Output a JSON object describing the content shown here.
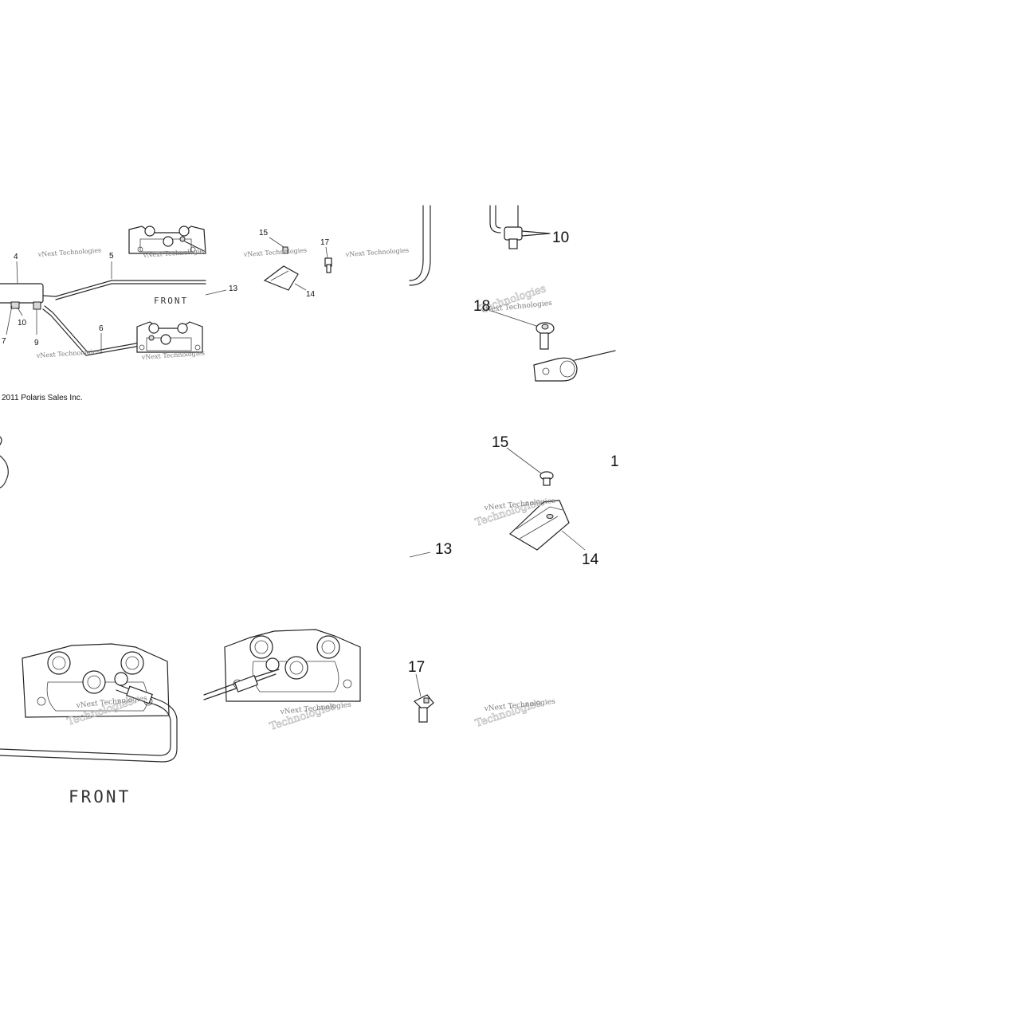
{
  "diagram": {
    "copyright": "2011 Polaris Sales Inc.",
    "front_label": "FRONT",
    "watermark_text": "vNext Technologies",
    "overview_labels": {
      "l4": "4",
      "l5": "5",
      "l6": "6",
      "l7": "7",
      "l9": "9",
      "l10": "10",
      "l13": "13",
      "l14": "14",
      "l15": "15",
      "l17": "17"
    },
    "detail_labels": {
      "l10": "10",
      "l13": "13",
      "l14": "14",
      "l15": "15",
      "l17": "17",
      "l18": "18",
      "l_partial": "1"
    }
  }
}
